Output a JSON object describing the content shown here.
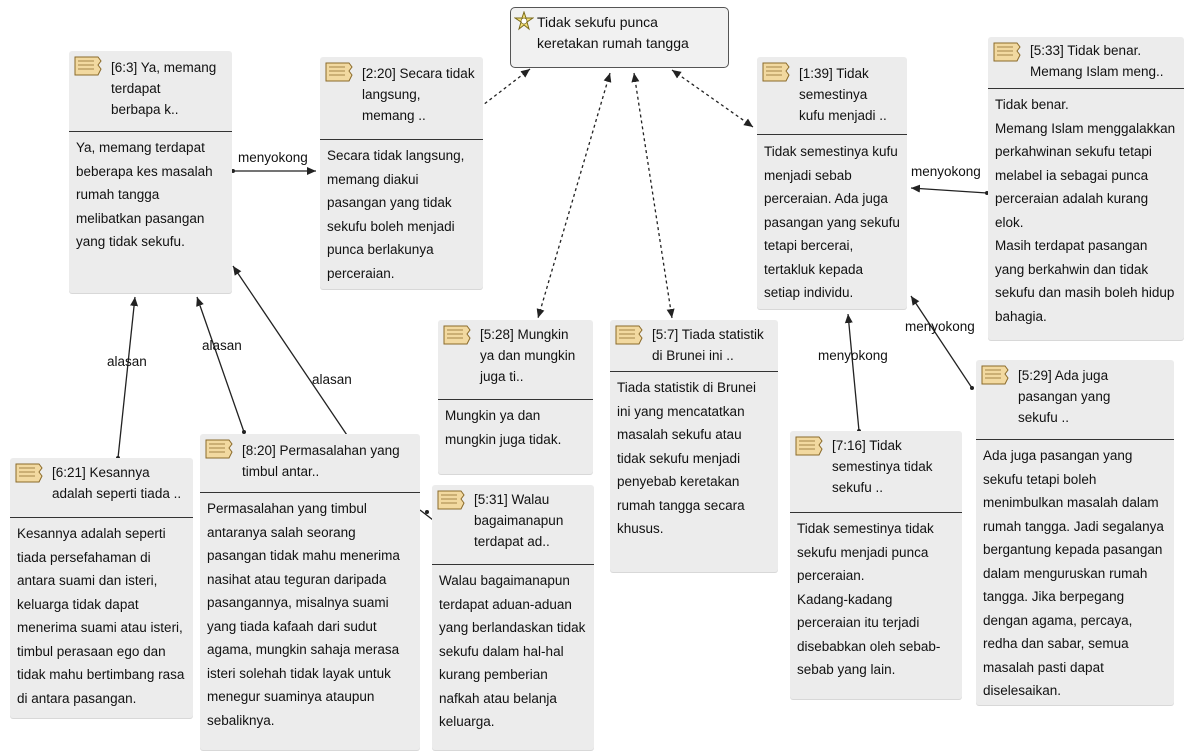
{
  "root": {
    "text": "Tidak sekufu punca keretakan rumah tangga",
    "icon": "idea-icon"
  },
  "nodes": {
    "n63": {
      "title": "[6:3] Ya, memang\nterdapat\nberbapa k..",
      "body": "Ya, memang terdapat\nbeberapa kes masalah\nrumah tangga\nmelibatkan pasangan\nyang tidak sekufu."
    },
    "n220": {
      "title": "[2:20] Secara tidak\nlangsung,\nmemang ..",
      "body": "Secara tidak langsung,\nmemang diakui\npasangan yang tidak\nsekufu boleh menjadi\npunca berlakunya\nperceraian."
    },
    "n139": {
      "title": "[1:39] Tidak\nsemestinya\nkufu menjadi ..",
      "body": "Tidak semestinya kufu\nmenjadi sebab\nperceraian. Ada juga\npasangan yang sekufu\ntetapi bercerai,\ntertakluk kepada\nsetiap individu."
    },
    "n533": {
      "title": "[5:33] Tidak benar.\nMemang Islam meng..",
      "body": "Tidak benar.\nMemang Islam menggalakkan\nperkahwinan sekufu tetapi\nmelabel ia sebagai punca\nperceraian adalah kurang\nelok.\nMasih terdapat pasangan\nyang berkahwin dan tidak\nsekufu dan masih boleh hidup\nbahagia."
    },
    "n528": {
      "title": "[5:28] Mungkin\nya dan mungkin\njuga ti..",
      "body": "Mungkin ya dan\nmungkin juga tidak."
    },
    "n57": {
      "title": "[5:7] Tiada statistik\ndi Brunei ini ..",
      "body": "Tiada statistik di Brunei\nini yang mencatatkan\nmasalah sekufu atau\ntidak sekufu menjadi\npenyebab keretakan\nrumah tangga secara\nkhusus."
    },
    "n529": {
      "title": "[5:29] Ada juga\npasangan yang\nsekufu ..",
      "body": "Ada juga pasangan yang\nsekufu tetapi boleh\nmenimbulkan masalah dalam\nrumah tangga. Jadi segalanya\nbergantung kepada pasangan\ndalam menguruskan rumah\ntangga. Jika berpegang\ndengan agama, percaya,\nredha dan sabar, semua\nmasalah pasti dapat\ndiselesaikan."
    },
    "n716": {
      "title": "[7:16] Tidak\nsemestinya tidak\nsekufu ..",
      "body": "Tidak semestinya tidak\nsekufu menjadi punca\nperceraian.\nKadang-kadang\nperceraian itu terjadi\ndisebabkan oleh sebab-\nsebab yang lain."
    },
    "n621": {
      "title": "[6:21] Kesannya\nadalah seperti tiada ..",
      "body": "Kesannya adalah seperti\ntiada persefahaman di\nantara suami dan isteri,\nkeluarga tidak dapat\nmenerima suami atau isteri,\ntimbul perasaan ego dan\ntidak mahu bertimbang rasa\ndi antara pasangan."
    },
    "n820": {
      "title": "[8:20] Permasalahan yang\ntimbul antar..",
      "body": "Permasalahan yang timbul\nantaranya salah seorang\npasangan tidak mahu menerima\nnasihat atau teguran daripada\npasangannya, misalnya suami\nyang tiada kafaah dari sudut\nagama, mungkin sahaja merasa\nisteri solehah tidak layak untuk\nmenegur suaminya ataupun\nsebaliknya."
    },
    "n531": {
      "title": "[5:31] Walau\nbagaimanapun\nterdapat ad..",
      "body": "Walau bagaimanapun\nterdapat aduan-aduan\nyang berlandaskan tidak\nsekufu dalam hal-hal\nkurang pemberian\nnafkah atau belanja\nkeluarga."
    }
  },
  "edge_labels": {
    "menyokong_1": "menyokong",
    "menyokong_2": "menyokong",
    "menyokong_3": "menyokong",
    "menyokong_4": "menyokong",
    "alasan_1": "alasan",
    "alasan_2": "alasan",
    "alasan_3": "alasan"
  },
  "colors": {
    "node_bg": "#ececec",
    "line": "#222222",
    "icon_fill": "#f2d9a0",
    "icon_stroke": "#8a6a2a"
  }
}
